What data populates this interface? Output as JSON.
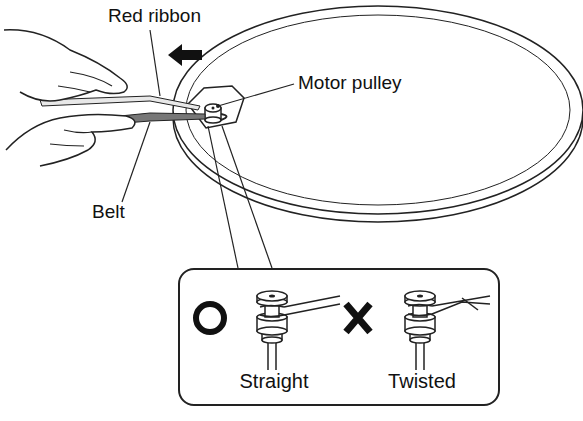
{
  "diagram": {
    "nodes": [
      {
        "text": [
          "Straight",
          "Twisted"
        ]
      }
    ],
    "labels": [
      "Red ribbon",
      "Motor pulley",
      "Belt"
    ]
  }
}
